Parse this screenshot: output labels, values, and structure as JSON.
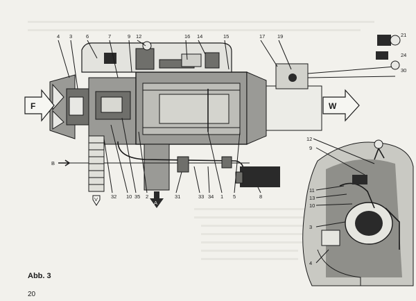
{
  "figure": {
    "caption": "Abb. 3",
    "page_number": "20"
  },
  "main_diagram": {
    "flow_labels": {
      "inlet": "F",
      "outlet_warm": "W",
      "exhaust": "A",
      "fuel": "B",
      "drain": "V"
    },
    "callouts_top": [
      "4",
      "3",
      "6",
      "7",
      "9",
      "12",
      "16",
      "14",
      "15",
      "17",
      "19",
      "21",
      "24",
      "30"
    ],
    "callouts_bottom": [
      "32",
      "10",
      "35",
      "2",
      "31",
      "33",
      "34",
      "1",
      "5",
      "8"
    ]
  },
  "detail_view": {
    "callouts": [
      "12",
      "9",
      "11",
      "13",
      "10",
      "3",
      "4"
    ]
  },
  "colors": {
    "paper": "#f2f1ec",
    "ink": "#1a1a1a",
    "body_grey": "#9a9a96"
  }
}
